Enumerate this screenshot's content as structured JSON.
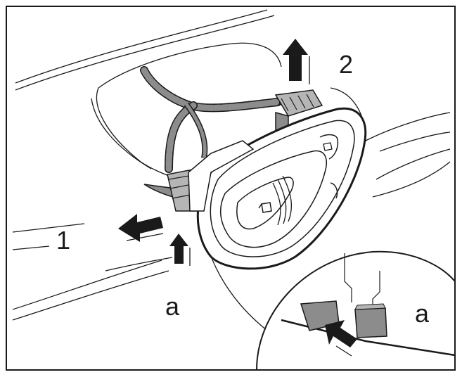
{
  "labels": {
    "step_1": "1",
    "step_2": "2",
    "detail_a_main": "a",
    "detail_a_inset": "a"
  },
  "colors": {
    "line": "#1a1a1a",
    "fill_light": "#ffffff",
    "fill_grey": "#8c8c8c",
    "fill_mid": "#b5b5b5",
    "fill_dark": "#4a4a4a"
  },
  "icons": [
    "arrow-left-icon",
    "arrow-up-icon",
    "window-switch-icon",
    "lock-switch-icon"
  ]
}
